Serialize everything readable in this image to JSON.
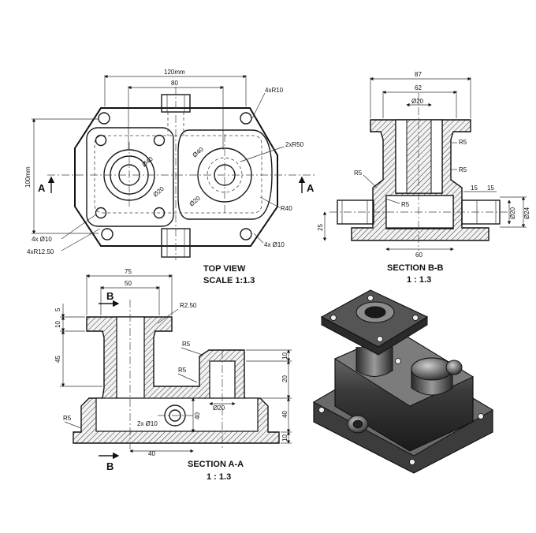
{
  "top_view": {
    "title": "TOP VIEW",
    "scale": "SCALE 1:1.3",
    "dims": {
      "width_overall": "120mm",
      "width_inner": "80",
      "height_overall": "100mm",
      "fillet_corners": "4xR10",
      "big_radius": "2xR50",
      "r40": "R40",
      "dia40_a": "Ø40",
      "dia20_a": "Ø20",
      "dia40_b": "Ø40",
      "dia20_b": "Ø20",
      "holes_left": "4x Ø10",
      "holes_right": "4x Ø10",
      "radius_left": "4xR12.50"
    },
    "section_marks": {
      "left": "A",
      "right": "A"
    }
  },
  "section_bb": {
    "title": "SECTION B-B",
    "scale": "1 : 1.3",
    "dims": {
      "w87": "87",
      "w62": "62",
      "dia20": "Ø20",
      "r5_a": "R5",
      "r5_b": "R5",
      "r5_c": "R5",
      "r5_d": "R5",
      "w15a": "15",
      "w15b": "15",
      "dia20_side": "Ø20",
      "dia24": "Ø24",
      "h25": "25",
      "w60": "60"
    }
  },
  "section_aa": {
    "title": "SECTION A-A",
    "scale": "1 : 1.3",
    "dims": {
      "w75": "75",
      "w50": "50",
      "r250": "R2.50",
      "h5": "5",
      "h10": "10",
      "h45": "45",
      "r5_a": "R5",
      "r5_b": "R5",
      "r5_c": "R5",
      "r10": "10",
      "h20": "20",
      "h40": "40",
      "h10b": "10",
      "dia20": "Ø20",
      "holes": "2x Ø10",
      "d40": "40",
      "w40": "40"
    },
    "section_marks": {
      "top": "B",
      "bottom": "B"
    }
  }
}
